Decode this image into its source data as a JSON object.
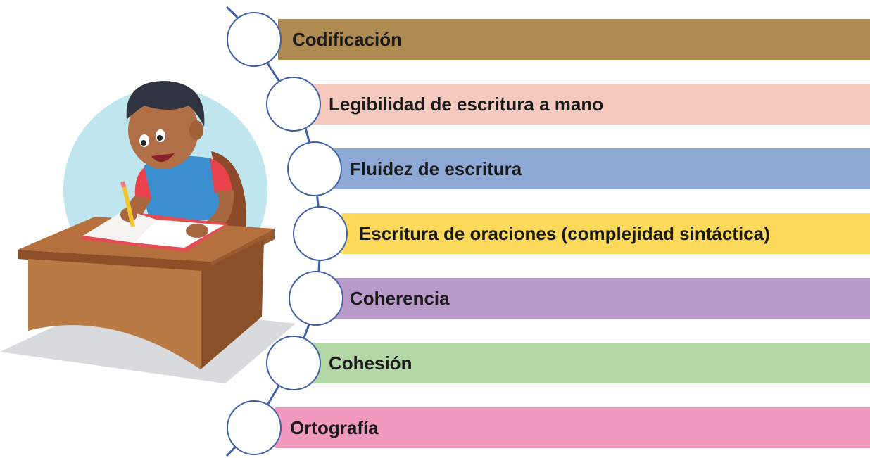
{
  "steps": [
    {
      "label": "Codificación",
      "color": "#ad8a4f"
    },
    {
      "label": "Legibilidad de escritura a mano",
      "color": "#f6c9bf"
    },
    {
      "label": "Fluidez de escritura",
      "color": "#8fa9d7"
    },
    {
      "label": "Escritura de oraciones (complejidad sintáctica)",
      "color": "#fcd95a"
    },
    {
      "label": "Coherencia",
      "color": "#b79ac8"
    },
    {
      "label": "Cohesión",
      "color": "#b4d7a8"
    },
    {
      "label": "Ortografía",
      "color": "#f299bf"
    }
  ],
  "illustration": "boy-writing-at-desk",
  "connector_color": "#3e5fa8"
}
